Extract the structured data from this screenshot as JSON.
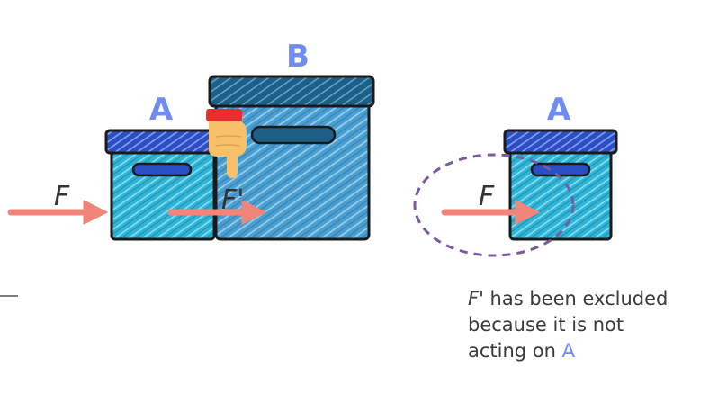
{
  "left_scene": {
    "box_a_label": "A",
    "box_b_label": "B",
    "force_f_label": "F",
    "force_f_prime_label": "F'"
  },
  "right_scene": {
    "box_a_label": "A",
    "force_f_label": "F"
  },
  "caption": {
    "f_prime": "F'",
    "line1_rest": " has been excluded",
    "line2": "because it is not",
    "line3_prefix": "acting on ",
    "line3_ref": "A"
  },
  "colors": {
    "label": "#6e8cf2",
    "arrow": "#f2857a",
    "box_a_body": "#2fb4d6",
    "box_a_lid": "#2c4ec4",
    "box_b_body": "#4a9fd0",
    "box_b_lid": "#1d5f86",
    "outline": "#1a1a1a",
    "isolation_circle": "#7a5aa0",
    "hand": "#f7c06a",
    "cuff": "#e8302a"
  }
}
